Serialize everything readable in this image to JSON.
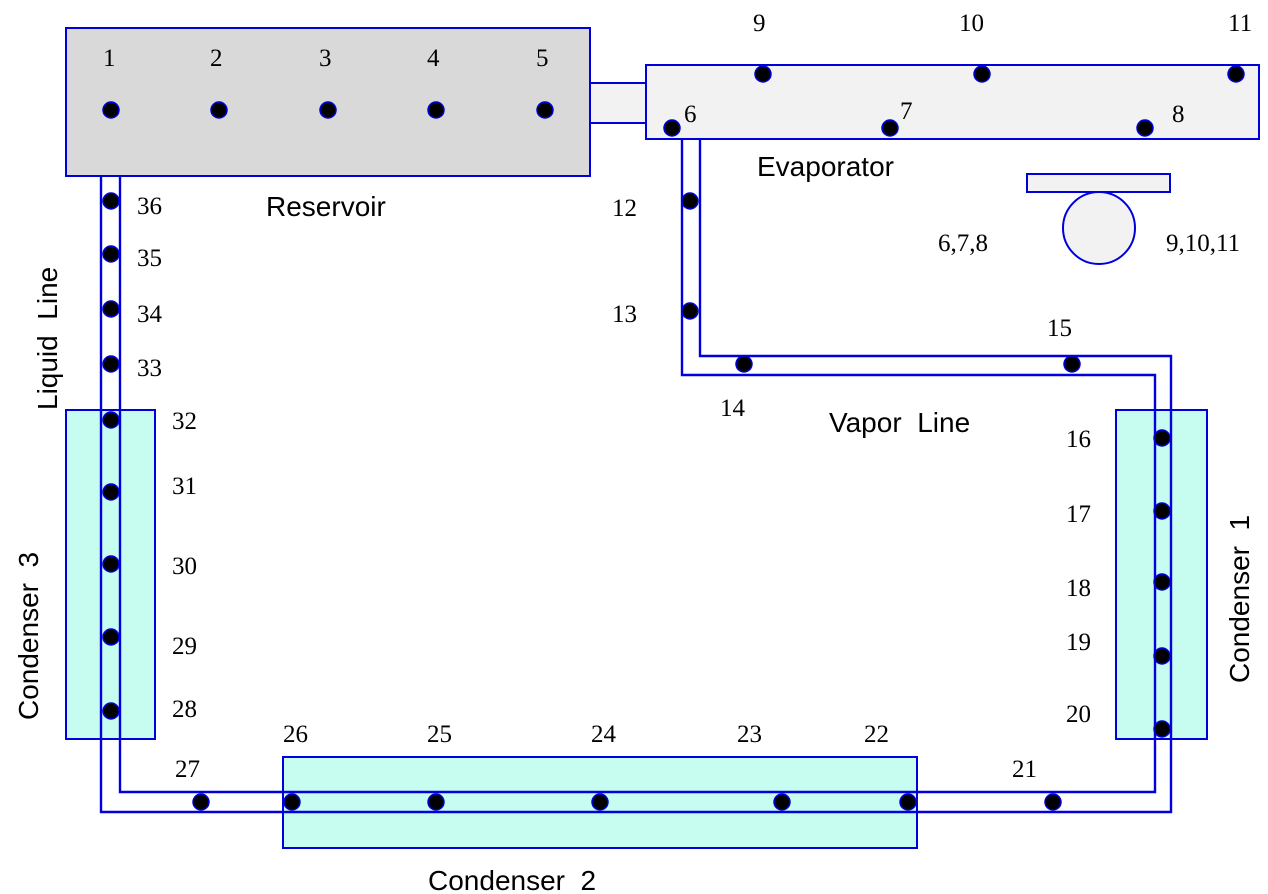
{
  "labels": {
    "reservoir": "Reservoir",
    "evaporator": "Evaporator",
    "vapor_line": "Vapor  Line",
    "liquid_line": "Liquid  Line",
    "condenser_1": "Condenser  1",
    "condenser_2": "Condenser  2",
    "condenser_3": "Condenser  3",
    "cross_section_left": "6,7,8",
    "cross_section_right": "9,10,11"
  },
  "thermocouples": [
    "1",
    "2",
    "3",
    "4",
    "5",
    "6",
    "7",
    "8",
    "9",
    "10",
    "11",
    "12",
    "13",
    "14",
    "15",
    "16",
    "17",
    "18",
    "19",
    "20",
    "21",
    "22",
    "23",
    "24",
    "25",
    "26",
    "27",
    "28",
    "29",
    "30",
    "31",
    "32",
    "33",
    "34",
    "35",
    "36"
  ],
  "colors": {
    "pipe": "#0000dd",
    "reservoir_fill": "#d9d9d9",
    "evaporator_fill": "#f2f2f2",
    "condenser_fill": "#c7fdf0",
    "sensor": "#000000"
  }
}
